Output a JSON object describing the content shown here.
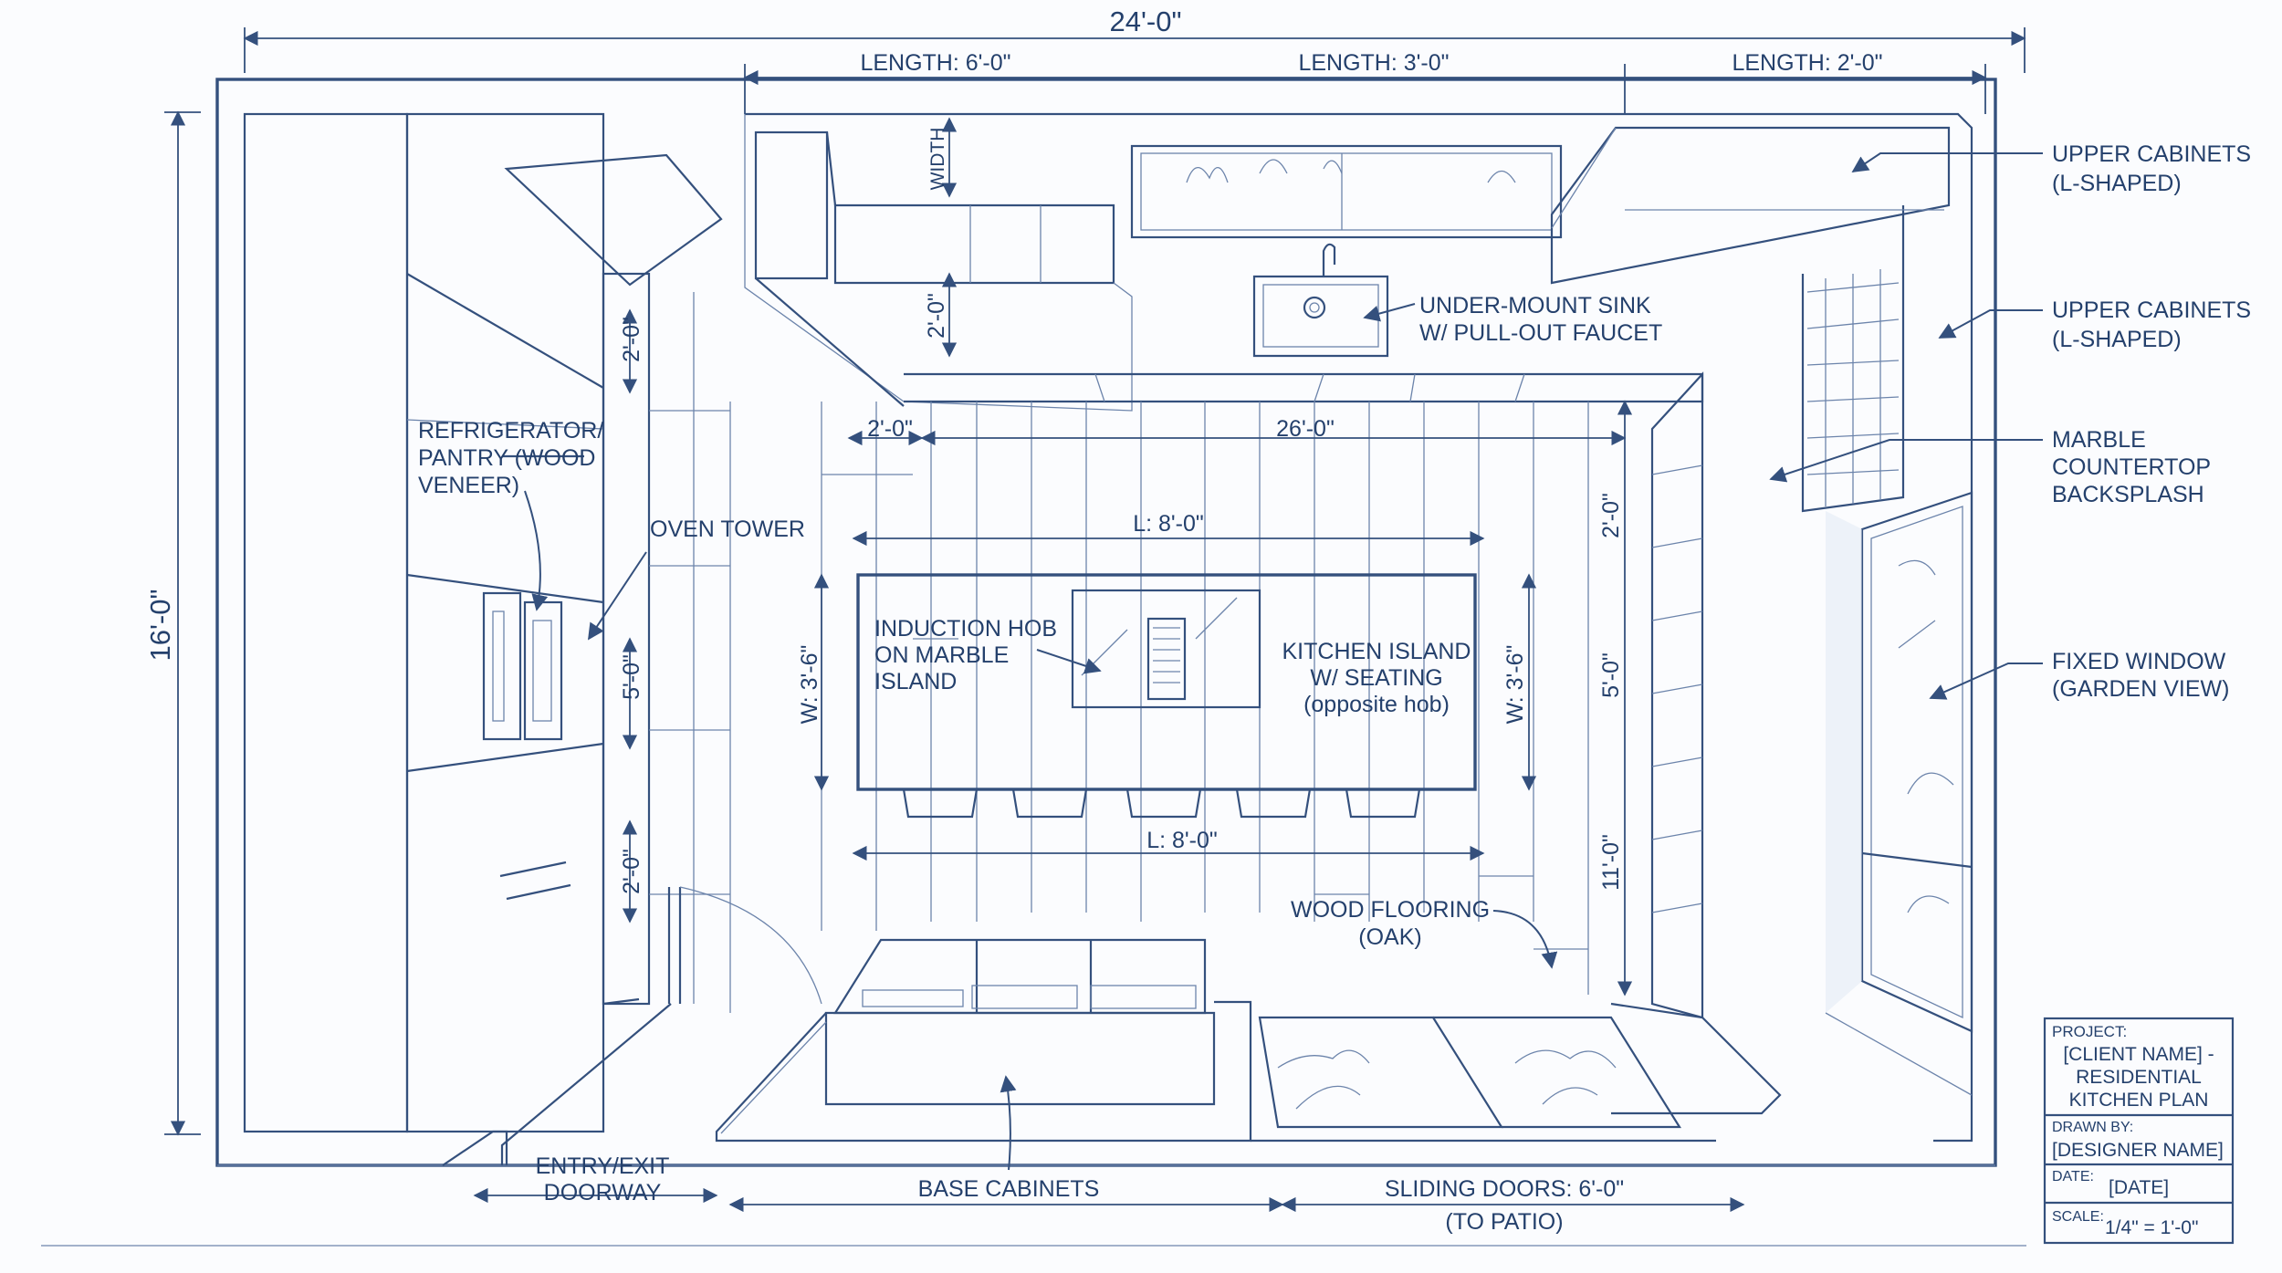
{
  "dimensions": {
    "overall_width": "24'-0\"",
    "overall_depth": "16'-0\"",
    "length_left": "LENGTH: 6'-0\"",
    "length_center": "LENGTH: 3'-0\"",
    "length_right": "LENGTH: 2'-0\"",
    "width_label": "WIDTH",
    "upper_depth": "2'-0\"",
    "tower_top": "2'-0\"",
    "tower_mid": "5'-0\"",
    "tower_bottom": "2'-0\"",
    "aisle_left": "2'-0\"",
    "aisle_run": "26'-0\"",
    "island_length_top": "L: 8'-0\"",
    "island_length_bottom": "L: 8'-0\"",
    "island_width_left": "W: 3'-6\"",
    "island_width_right": "W: 3'-6\"",
    "right_top": "2'-0\"",
    "right_mid": "5'-0\"",
    "right_bottom": "11'-0\""
  },
  "labels": {
    "upper_cabinets_1": [
      "UPPER CABINETS",
      "(L-SHAPED)"
    ],
    "upper_cabinets_2": [
      "UPPER CABINETS",
      "(L-SHAPED)"
    ],
    "marble": [
      "MARBLE",
      "COUNTERTOP",
      "BACKSPLASH"
    ],
    "fixed_window": [
      "FIXED WINDOW",
      "(GARDEN VIEW)"
    ],
    "sink": [
      "UNDER-MOUNT SINK",
      "W/ PULL-OUT FAUCET"
    ],
    "refrigerator": [
      "REFRIGERATOR/",
      "PANTRY (WOOD",
      "VENEER)"
    ],
    "oven_tower": "OVEN TOWER",
    "hob": [
      "INDUCTION HOB",
      "ON MARBLE",
      "ISLAND"
    ],
    "island": [
      "KITCHEN ISLAND",
      "W/ SEATING",
      "(opposite hob)"
    ],
    "wood_flooring": [
      "WOOD FLOORING",
      "(OAK)"
    ],
    "entry": [
      "ENTRY/EXIT",
      "DOORWAY"
    ],
    "base_cabinets": "BASE CABINETS",
    "sliding_doors": [
      "SLIDING DOORS: 6'-0\"",
      "(TO PATIO)"
    ]
  },
  "title_block": {
    "project_label": "PROJECT:",
    "project": [
      "[CLIENT NAME] -",
      "RESIDENTIAL",
      "KITCHEN PLAN"
    ],
    "drawn_by_label": "DRAWN BY:",
    "drawn_by": "[DESIGNER NAME]",
    "date_label": "DATE:",
    "date": "[DATE]",
    "scale_label": "SCALE:",
    "scale": "1/4\" = 1'-0\""
  },
  "colors": {
    "ink": "#34507d",
    "text": "#24406c",
    "paper": "#fbfcfe",
    "shade": "#dfe7f3"
  }
}
